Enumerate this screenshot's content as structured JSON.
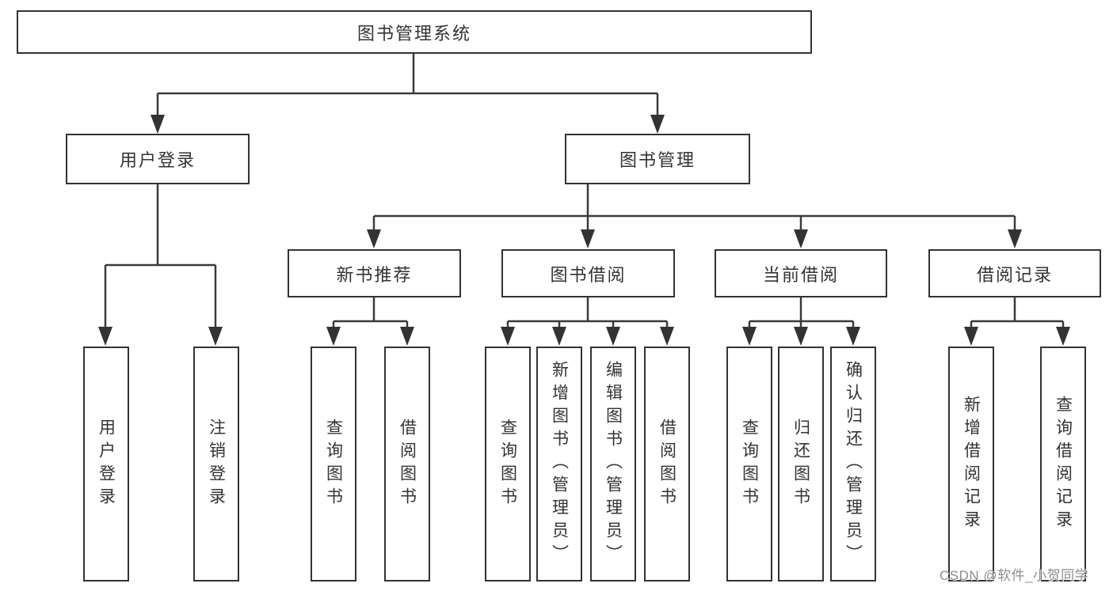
{
  "diagram": {
    "root": {
      "label": "图书管理系统"
    },
    "level2": [
      {
        "label": "用户登录"
      },
      {
        "label": "图书管理"
      }
    ],
    "level3": [
      {
        "label": "新书推荐",
        "parent": "图书管理"
      },
      {
        "label": "图书借阅",
        "parent": "图书管理"
      },
      {
        "label": "当前借阅",
        "parent": "图书管理"
      },
      {
        "label": "借阅记录",
        "parent": "图书管理"
      }
    ],
    "leaves": [
      {
        "label": "用户登录",
        "parent": "用户登录"
      },
      {
        "label": "注销登录",
        "parent": "用户登录"
      },
      {
        "label": "查询图书",
        "parent": "新书推荐"
      },
      {
        "label": "借阅图书",
        "parent": "新书推荐"
      },
      {
        "label": "查询图书",
        "parent": "图书借阅"
      },
      {
        "label": "新增图书（管理员）",
        "parent": "图书借阅"
      },
      {
        "label": "编辑图书（管理员）",
        "parent": "图书借阅"
      },
      {
        "label": "借阅图书",
        "parent": "图书借阅"
      },
      {
        "label": "查询图书",
        "parent": "当前借阅"
      },
      {
        "label": "归还图书",
        "parent": "当前借阅"
      },
      {
        "label": "确认归还（管理员）",
        "parent": "当前借阅"
      },
      {
        "label": "新增借阅记录",
        "parent": "借阅记录"
      },
      {
        "label": "查询借阅记录",
        "parent": "借阅记录"
      }
    ]
  },
  "watermark": {
    "text": "CSDN @软件_小贺同学"
  },
  "colors": {
    "line": "#3a3a3a",
    "box_border": "#333333",
    "text": "#333333",
    "watermark": "#8d8d8d",
    "background": "#ffffff"
  }
}
